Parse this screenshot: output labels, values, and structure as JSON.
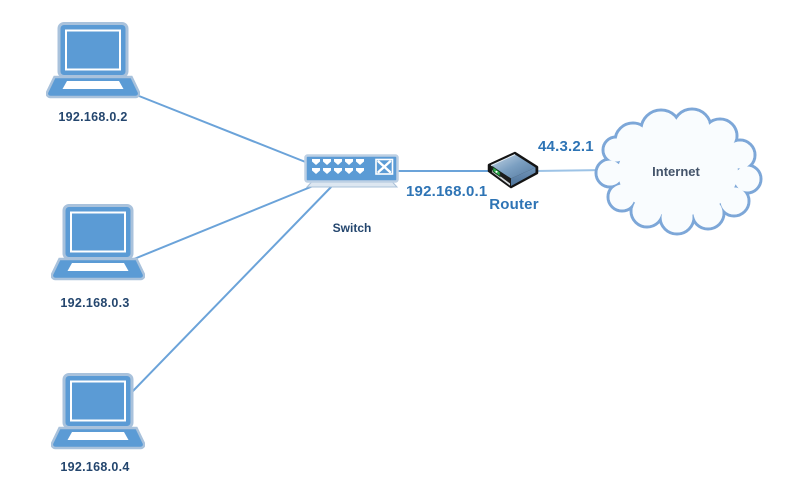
{
  "diagram": {
    "type": "network-topology",
    "nodes": {
      "laptop1": {
        "ip": "192.168.0.2"
      },
      "laptop2": {
        "ip": "192.168.0.3"
      },
      "laptop3": {
        "ip": "192.168.0.4"
      },
      "switch": {
        "label": "Switch"
      },
      "router": {
        "label": "Router",
        "lan_ip": "192.168.0.1",
        "wan_ip": "44.3.2.1"
      },
      "internet": {
        "label": "Internet"
      }
    },
    "connections": [
      {
        "from": "laptop1",
        "to": "switch"
      },
      {
        "from": "laptop2",
        "to": "switch"
      },
      {
        "from": "laptop3",
        "to": "switch"
      },
      {
        "from": "switch",
        "to": "router"
      },
      {
        "from": "router",
        "to": "internet"
      }
    ],
    "colors": {
      "device_fill": "#5b9bd5",
      "device_border": "#a9c2dc",
      "connection_line": "#6ba3d9",
      "connection_line_light": "#9dc3e6",
      "ip_label_text": "#24466e",
      "router_label_text": "#2e74b5",
      "internet_label_text": "#44546a",
      "cloud_outline": "#7da7d8",
      "cloud_fill": "#f9fcfe",
      "router_led": "#2eb24c"
    }
  }
}
